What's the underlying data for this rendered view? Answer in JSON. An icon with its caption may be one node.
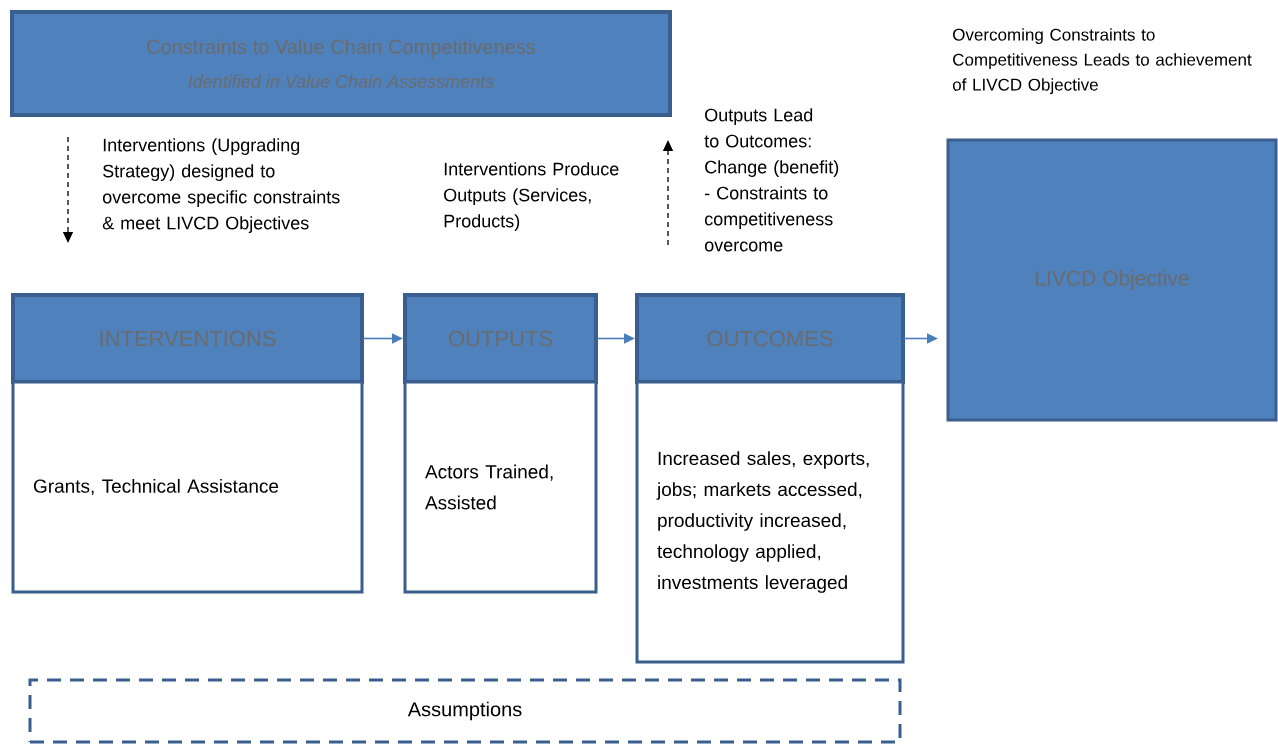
{
  "diagram": {
    "nodes": [
      {
        "text": [
          "Constraints to Value Chain Competitiveness",
          "Identified in Value Chain Assessments"
        ]
      },
      {
        "text": [
          "INTERVENTIONS"
        ]
      },
      {
        "text": [
          "Grants, Technical Assistance"
        ]
      },
      {
        "text": [
          "OUTPUTS"
        ]
      },
      {
        "text": [
          "Actors Trained, Assisted"
        ]
      },
      {
        "text": [
          "OUTCOMES"
        ]
      },
      {
        "text": [
          "Increased sales, exports, jobs; markets accessed, productivity increased, technology applied, investments leveraged"
        ]
      },
      {
        "text": [
          "LIVCD Objective"
        ],
        "beside": [
          "Overcoming Constraints to Competitiveness Leads to achievement of LIVCD Objective"
        ]
      },
      {
        "text": [
          "Assumptions"
        ]
      }
    ],
    "edges": [
      {
        "from": 0,
        "to": 1,
        "arrow": "to",
        "style": "dashed",
        "color": "#000000"
      },
      {
        "from": 1,
        "to": 3,
        "arrow": "to"
      },
      {
        "from": 3,
        "to": 5,
        "arrow": "to"
      },
      {
        "from": 5,
        "to": 0,
        "arrow": "to",
        "style": "dashed",
        "color": "#000000"
      },
      {
        "from": 5,
        "to": 7,
        "arrow": "to"
      }
    ],
    "labels": [
      "Interventions (Upgrading Strategy) designed to overcome specific constraints & meet LIVCD Objectives",
      "Interventions Produce Outputs (Services, Products)",
      "Outputs Lead to Outcomes: Change (benefit) - Constraints to competitiveness overcome"
    ]
  }
}
